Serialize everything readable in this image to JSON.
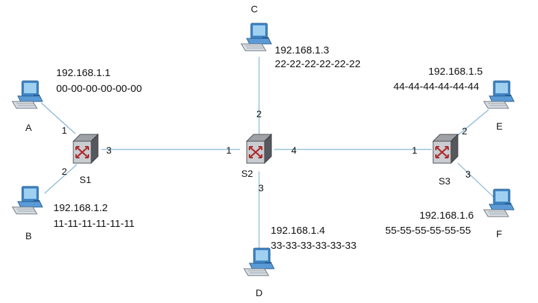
{
  "colors": {
    "link": "#7fb3d5",
    "monitor": "#3f86c6",
    "screen": "#9fd0f0",
    "switch_body": "#6f7278",
    "switch_face": "#c9cdd2",
    "arrow": "#b02a2a",
    "text": "#111111"
  },
  "hosts": {
    "A": {
      "name": "A",
      "ip": "192.168.1.1",
      "mac": "00-00-00-00-00-00"
    },
    "B": {
      "name": "B",
      "ip": "192.168.1.2",
      "mac": "11-11-11-11-11-11"
    },
    "C": {
      "name": "C",
      "ip": "192.168.1.3",
      "mac": "22-22-22-22-22-22"
    },
    "D": {
      "name": "D",
      "ip": "192.168.1.4",
      "mac": "33-33-33-33-33-33"
    },
    "E": {
      "name": "E",
      "ip": "192.168.1.5",
      "mac": "44-44-44-44-44-44"
    },
    "F": {
      "name": "F",
      "ip": "192.168.1.6",
      "mac": "55-55-55-55-55-55"
    }
  },
  "switches": {
    "S1": {
      "name": "S1"
    },
    "S2": {
      "name": "S2"
    },
    "S3": {
      "name": "S3"
    }
  },
  "ports": {
    "s1_a": "1",
    "s1_b": "2",
    "s1_s2": "3",
    "s2_s1": "1",
    "s2_c": "2",
    "s2_d": "3",
    "s2_s3": "4",
    "s3_s2": "1",
    "s3_e": "2",
    "s3_f": "3"
  }
}
